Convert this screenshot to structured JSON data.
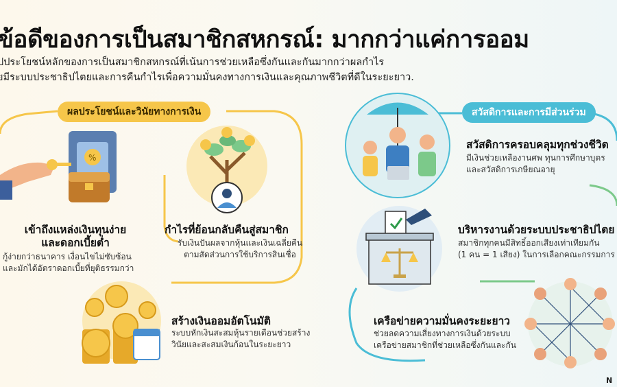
{
  "header": {
    "title": "ข้อดีของการเป็นสมาชิกสหกรณ์: มากกว่าแค่การออม",
    "subtitle_line1": "ปประโยชน์หลักของการเป็นสมาชิกสหกรณ์ที่เน้นการช่วยเหลือซึ่งกันและกันมากกว่าผลกำไร",
    "subtitle_line2": "ยมีระบบประชาธิปไตยและการคืนกำไรเพื่อความมั่นคงทางการเงินและคุณภาพชีวิตที่ดีในระยะยาว."
  },
  "left_section": {
    "label": "ผลประโยชน์และวินัยทางการเงิน",
    "items": [
      {
        "title_line1": "เข้าถึงแหล่งเงินทุนง่าย",
        "title_line2": "และดอกเบี้ยต่ำ",
        "desc_line1": "กู้ง่ายกว่าธนาคาร เงื่อนไขไม่ซับซ้อน",
        "desc_line2": "และมักได้อัตราดอกเบี้ยที่ยุติธรรมกว่า"
      },
      {
        "title": "กำไรที่ย้อนกลับคืนสู่สมาชิก",
        "desc_line1": "รับเงินปันผลจากหุ้นและเงินเฉลี่ยคืน",
        "desc_line2": "ตามสัดส่วนการใช้บริการสินเชื่อ"
      },
      {
        "title": "สร้างเงินออมอัตโนมัติ",
        "desc_line1": "ระบบหักเงินสะสมหุ้นรายเดือนช่วยสร้าง",
        "desc_line2": "วินัยและสะสมเงินก้อนในระยะยาว"
      }
    ]
  },
  "right_section": {
    "label": "สวัสดิการและการมีส่วนร่วม",
    "items": [
      {
        "title": "สวัสดิการครอบคลุมทุกช่วงชีวิต",
        "desc_line1": "มีเงินช่วยเหลืองานศพ ทุนการศึกษาบุตร",
        "desc_line2": "และสวัสดิการเกษียณอายุ"
      },
      {
        "title": "บริหารงานด้วยระบบประชาธิปไตย",
        "desc_line1": "สมาชิกทุกคนมีสิทธิ์ออกเสียงเท่าเทียมกัน",
        "desc_line2": "(1 คน = 1 เสียง) ในการเลือกคณะกรรมการ"
      },
      {
        "title": "เครือข่ายความมั่นคงระยะยาว",
        "desc_line1": "ช่วยลดความเสี่ยงทางการเงินด้วยระบบ",
        "desc_line2": "เครือข่ายสมาชิกที่ช่วยเหลือซึ่งกันและกัน"
      }
    ]
  },
  "icons": {
    "key_vault": "key-vault-icon",
    "money_tree": "money-tree-icon",
    "coins_calendar": "coins-calendar-icon",
    "umbrella_family": "umbrella-family-icon",
    "ballot_box": "ballot-box-icon",
    "network_people": "network-people-icon"
  },
  "colors": {
    "yellow": "#f6c64a",
    "teal": "#4bbdd6",
    "green": "#7cc98a"
  },
  "corner_text": "N"
}
